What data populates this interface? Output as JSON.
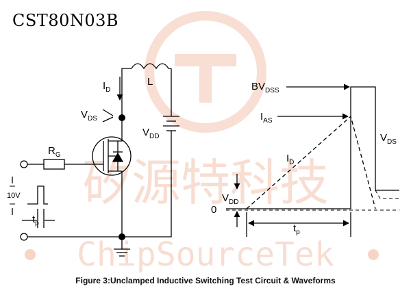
{
  "header": {
    "part_number": "CST80N03B"
  },
  "watermark": {
    "cn_text": "矽源特科技",
    "en_text": "ChipSourceTek",
    "color": "#f3c3ae"
  },
  "circuit": {
    "id_label": "I",
    "id_sub": "D",
    "inductor_label": "L",
    "vds_label": "V",
    "vds_sub": "DS",
    "vdd_label": "V",
    "vdd_sub": "DD",
    "rg_label": "R",
    "rg_sub": "G",
    "pulse_amplitude": "10V",
    "tp_label": "t",
    "tp_sub": "p"
  },
  "waveform": {
    "bvdss_label": "BV",
    "bvdss_sub": "DSS",
    "ias_label": "I",
    "ias_sub": "AS",
    "id_label": "I",
    "id_sub": "D",
    "vds_label": "V",
    "vds_sub": "DS",
    "vdd_label": "V",
    "vdd_sub": "DD",
    "zero_label": "0",
    "tp_label": "t",
    "tp_sub": "p"
  },
  "caption": "Figure 3:Unclamped Inductive Switching Test Circuit & Waveforms"
}
